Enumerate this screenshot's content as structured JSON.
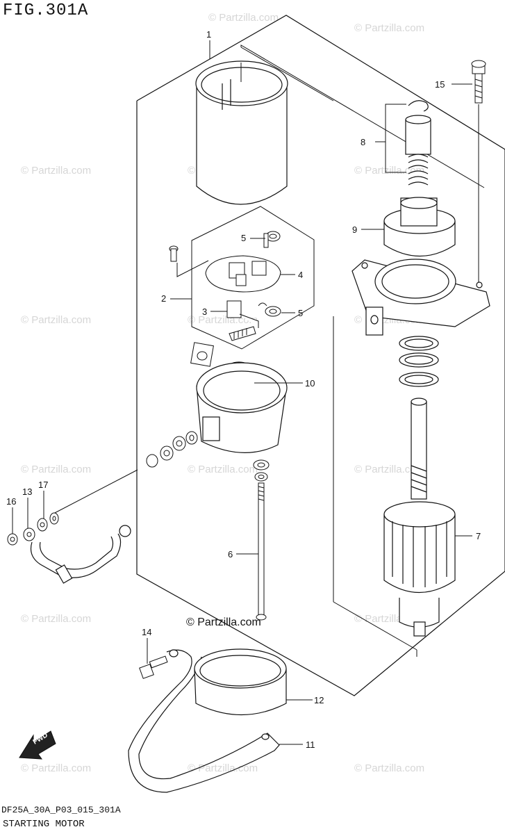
{
  "figure": {
    "title": "FIG.301A",
    "code": "DF25A_30A_P03_015_301A",
    "caption": "STARTING MOTOR"
  },
  "watermark": {
    "text": "© Partzilla.com"
  },
  "center_mark": "© Partzilla.com",
  "callouts": [
    {
      "id": "c1",
      "label": "1"
    },
    {
      "id": "c2",
      "label": "2"
    },
    {
      "id": "c3",
      "label": "3"
    },
    {
      "id": "c4",
      "label": "4"
    },
    {
      "id": "c5a",
      "label": "5"
    },
    {
      "id": "c5b",
      "label": "5"
    },
    {
      "id": "c6",
      "label": "6"
    },
    {
      "id": "c7",
      "label": "7"
    },
    {
      "id": "c8",
      "label": "8"
    },
    {
      "id": "c9",
      "label": "9"
    },
    {
      "id": "c10",
      "label": "10"
    },
    {
      "id": "c11",
      "label": "11"
    },
    {
      "id": "c12",
      "label": "12"
    },
    {
      "id": "c13",
      "label": "13"
    },
    {
      "id": "c14",
      "label": "14"
    },
    {
      "id": "c15",
      "label": "15"
    },
    {
      "id": "c16",
      "label": "16"
    },
    {
      "id": "c17",
      "label": "17"
    }
  ],
  "fwd_label": "FWD"
}
